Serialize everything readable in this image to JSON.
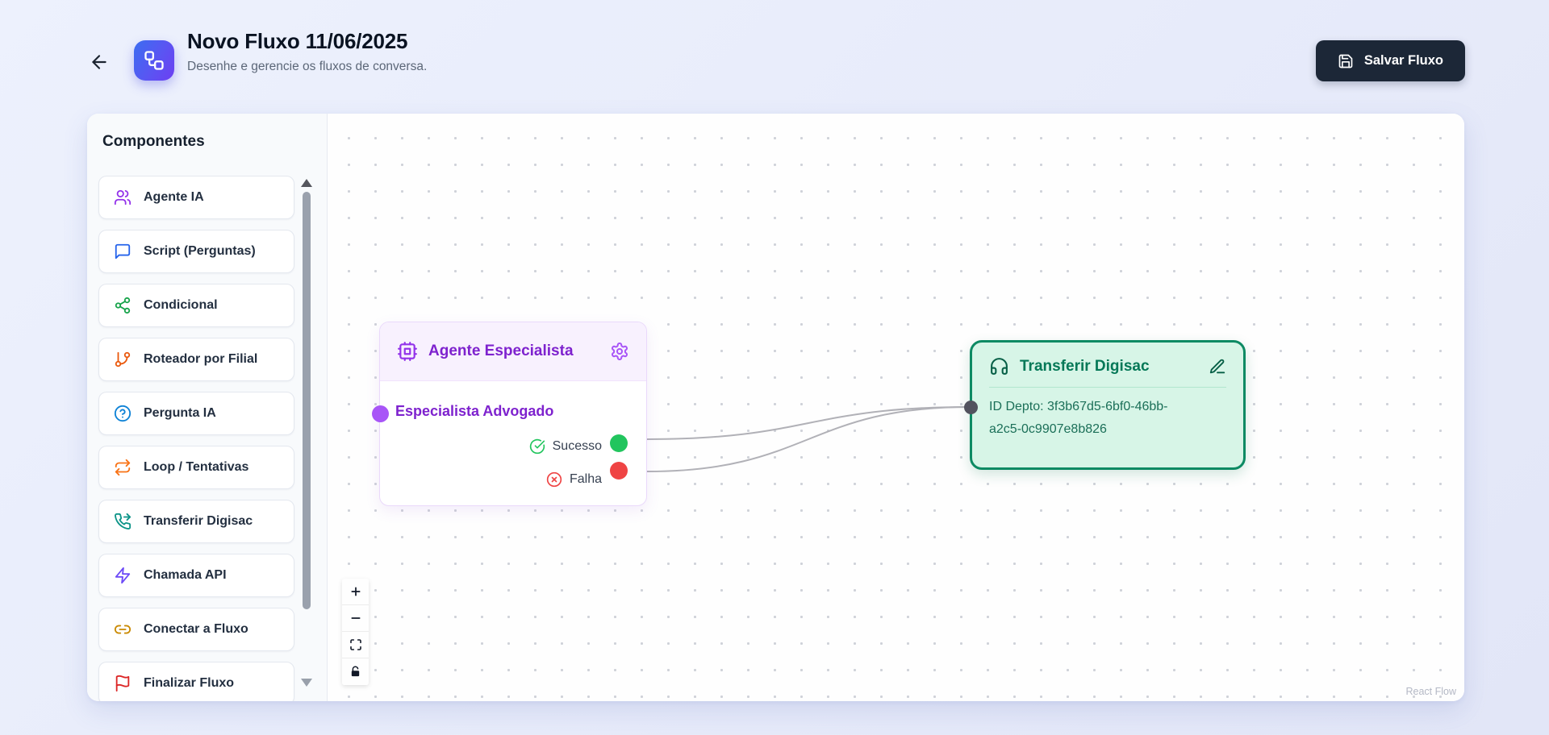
{
  "header": {
    "title": "Novo Fluxo 11/06/2025",
    "subtitle": "Desenhe e gerencie os fluxos de conversa.",
    "save_button": "Salvar Fluxo",
    "logo_icon": "workflow-icon",
    "back_icon": "arrow-left-icon"
  },
  "sidebar": {
    "heading": "Componentes",
    "items": [
      {
        "label": "Agente IA",
        "icon": "users-icon",
        "color": "#9333ea"
      },
      {
        "label": "Script (Perguntas)",
        "icon": "message-square-icon",
        "color": "#2563eb"
      },
      {
        "label": "Condicional",
        "icon": "share-network-icon",
        "color": "#16a34a"
      },
      {
        "label": "Roteador por Filial",
        "icon": "git-branch-icon",
        "color": "#ea580c"
      },
      {
        "label": "Pergunta IA",
        "icon": "help-circle-icon",
        "color": "#0e82d6"
      },
      {
        "label": "Loop / Tentativas",
        "icon": "repeat-icon",
        "color": "#f97316"
      },
      {
        "label": "Transferir Digisac",
        "icon": "phone-forwarded-icon",
        "color": "#0d9488"
      },
      {
        "label": "Chamada API",
        "icon": "zap-icon",
        "color": "#6d4af7"
      },
      {
        "label": "Conectar a Fluxo",
        "icon": "link-icon",
        "color": "#ca8a04"
      },
      {
        "label": "Finalizar Fluxo",
        "icon": "flag-icon",
        "color": "#dc2626"
      }
    ]
  },
  "canvas": {
    "watermark": "React Flow",
    "agent_node": {
      "header_icon": "cpu-icon",
      "settings_icon": "gear-icon",
      "title": "Agente Especialista",
      "subject": "Especialista Advogado",
      "accent": "#7e22ce",
      "outputs": [
        {
          "label": "Sucesso",
          "icon": "check-circle-icon",
          "color": "#22c55e"
        },
        {
          "label": "Falha",
          "icon": "x-circle-icon",
          "color": "#ef4444"
        }
      ],
      "input_handle_color": "#a855f7"
    },
    "transfer_node": {
      "header_icon": "headphones-icon",
      "edit_icon": "pencil-icon",
      "title": "Transferir Digisac",
      "detail": "ID Depto: 3f3b67d5-6bf0-46bb-a2c5-0c9907e8b826",
      "accent": "#047857",
      "target_handle_color": "#52525e"
    },
    "controls_icons": [
      "zoom-in-icon",
      "zoom-out-icon",
      "fit-view-icon",
      "unlock-icon"
    ],
    "edge_color": "#b1b1b7"
  }
}
